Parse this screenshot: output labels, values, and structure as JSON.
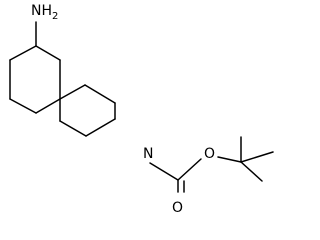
{
  "structure": {
    "atoms": {
      "amino": {
        "symbol": "NH",
        "subscript": "2"
      },
      "ring_nitrogen": {
        "symbol": "N"
      },
      "ester_oxygen": {
        "symbol": "O"
      },
      "carbonyl_oxygen": {
        "symbol": "O"
      }
    }
  }
}
